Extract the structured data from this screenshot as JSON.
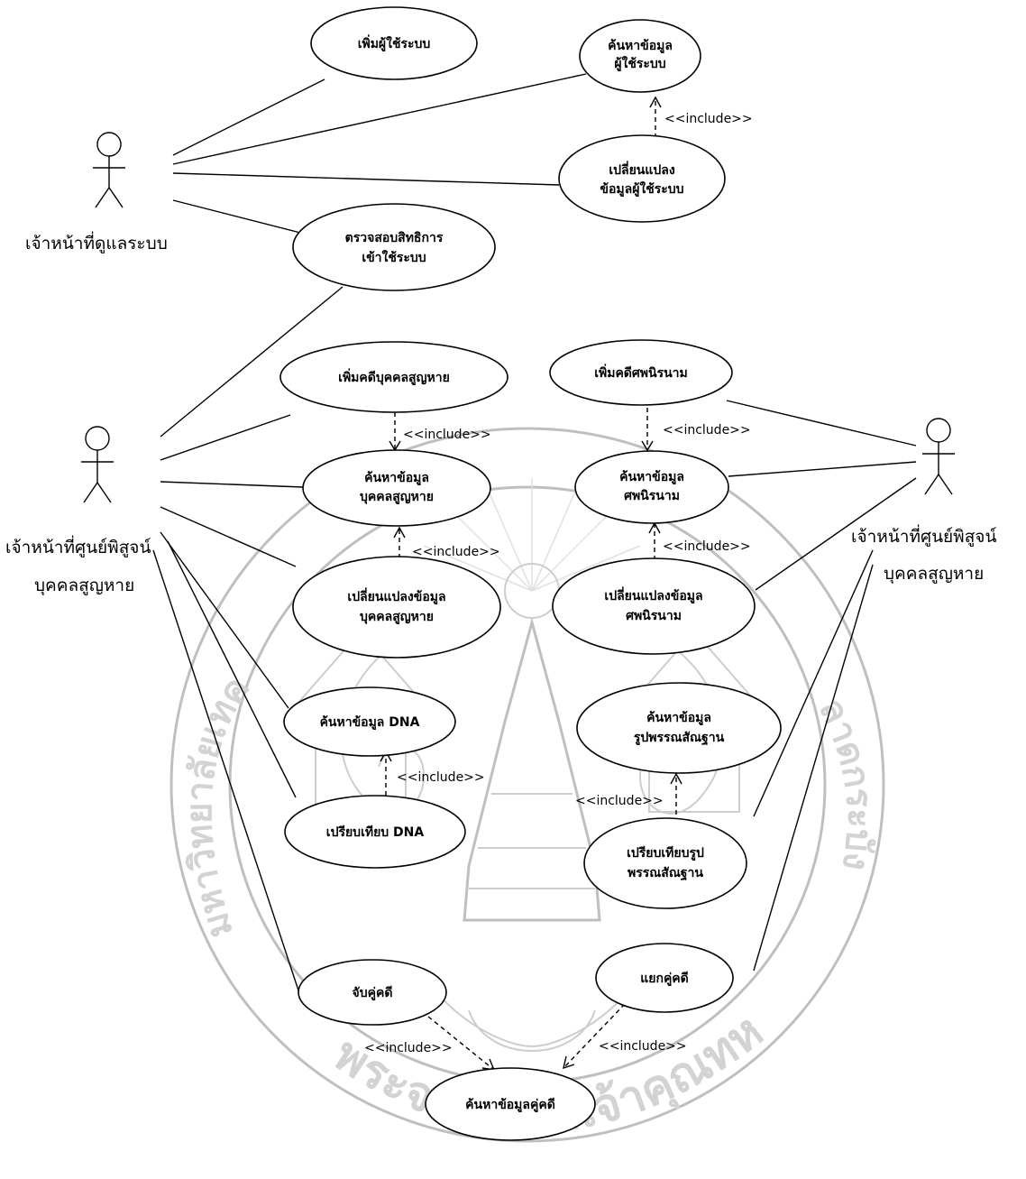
{
  "actors": {
    "admin": {
      "label": "เจ้าหน้าที่ดูแลระบบ"
    },
    "left_staff": {
      "label_line1": "เจ้าหน้าที่ศูนย์พิสูจน์",
      "label_line2": "บุคคลสูญหาย"
    },
    "right_staff": {
      "label_line1": "เจ้าหน้าที่ศูนย์พิสูจน์",
      "label_line2": "บุคคลสูญหาย"
    }
  },
  "use_cases": {
    "add_user": "เพิ่มผู้ใช้ระบบ",
    "search_user_1": "ค้นหาข้อมูล",
    "search_user_2": "ผู้ใช้ระบบ",
    "edit_user_1": "เปลี่ยนแปลง",
    "edit_user_2": "ข้อมูลผู้ใช้ระบบ",
    "check_access_1": "ตรวจสอบสิทธิการ",
    "check_access_2": "เข้าใช้ระบบ",
    "add_missing": "เพิ่มคดีบุคคลสูญหาย",
    "add_corpse": "เพิ่มคดีศพนิรนาม",
    "search_missing_1": "ค้นหาข้อมูล",
    "search_missing_2": "บุคคลสูญหาย",
    "search_corpse_1": "ค้นหาข้อมูล",
    "search_corpse_2": "ศพนิรนาม",
    "edit_missing_1": "เปลี่ยนแปลงข้อมูล",
    "edit_missing_2": "บุคคลสูญหาย",
    "edit_corpse_1": "เปลี่ยนแปลงข้อมูล",
    "edit_corpse_2": "ศพนิรนาม",
    "search_dna": "ค้นหาข้อมูล DNA",
    "search_feature_1": "ค้นหาข้อมูล",
    "search_feature_2": "รูปพรรณสัณฐาน",
    "compare_dna": "เปรียบเทียบ DNA",
    "compare_feature_1": "เปรียบเทียบรูป",
    "compare_feature_2": "พรรณสัณฐาน",
    "match_pair": "จับคู่คดี",
    "split_pair": "แยกคู่คดี",
    "search_pair": "ค้นหาข้อมูลคู่คดี"
  },
  "relations": {
    "include_label": "<<include>>"
  },
  "watermark": {
    "text_bottom": "พระจอมเกล้าเจ้าคุณทหาร",
    "text_left": "มหาวิทยาลัยเทคโนโลยี",
    "text_right": "ลาดกระบัง"
  }
}
